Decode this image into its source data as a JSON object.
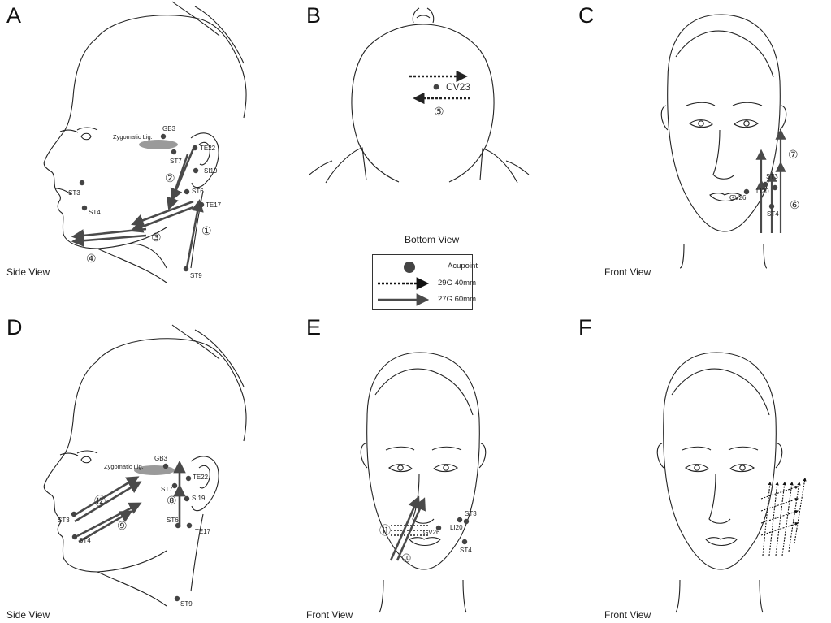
{
  "panels": {
    "a": {
      "letter": "A",
      "view": "Side View",
      "lig": "Zygomatic Lig.",
      "pts": {
        "gb3": "GB3",
        "te22": "TE22",
        "st7": "ST7",
        "si19": "SI19",
        "st6": "ST6",
        "te17": "TE17",
        "st3": "ST3",
        "st4": "ST4",
        "st9": "ST9"
      },
      "nums": {
        "n1": "①",
        "n2": "②",
        "n3": "③",
        "n4": "④"
      }
    },
    "b": {
      "letter": "B",
      "view": "Bottom  View",
      "cv": "CV23",
      "nums": {
        "n5": "⑤"
      }
    },
    "c": {
      "letter": "C",
      "view": "Front View",
      "pts": {
        "st3": "ST3",
        "li20": "LI20",
        "gv26": "GV26",
        "st4": "ST4"
      },
      "nums": {
        "n6": "⑥",
        "n7": "⑦"
      }
    },
    "d": {
      "letter": "D",
      "view": "Side View",
      "lig": "Zygomatic Lig.",
      "pts": {
        "gb3": "GB3",
        "te22": "TE22",
        "st7": "ST7",
        "si19": "SI19",
        "st6": "ST6",
        "te17": "TE17",
        "st3": "ST3",
        "st4": "ST4",
        "st9": "ST9"
      },
      "nums": {
        "n8": "⑧",
        "n9": "⑨",
        "n12": "⑫"
      }
    },
    "e": {
      "letter": "E",
      "view": "Front View",
      "pts": {
        "st3": "ST3",
        "li20": "LI20",
        "gv26": "GV26",
        "st4": "ST4"
      },
      "nums": {
        "n10": "⑩",
        "n11": "⑪"
      }
    },
    "f": {
      "letter": "F",
      "view": "Front View"
    }
  },
  "legend": {
    "acupoint": "Acupoint",
    "g29": "29G 40mm",
    "g27": "27G 60mm"
  },
  "colors": {
    "line": "#222222",
    "arrow": "#4a4a4a",
    "point": "#444444",
    "ligament": "#9a9a9a"
  }
}
